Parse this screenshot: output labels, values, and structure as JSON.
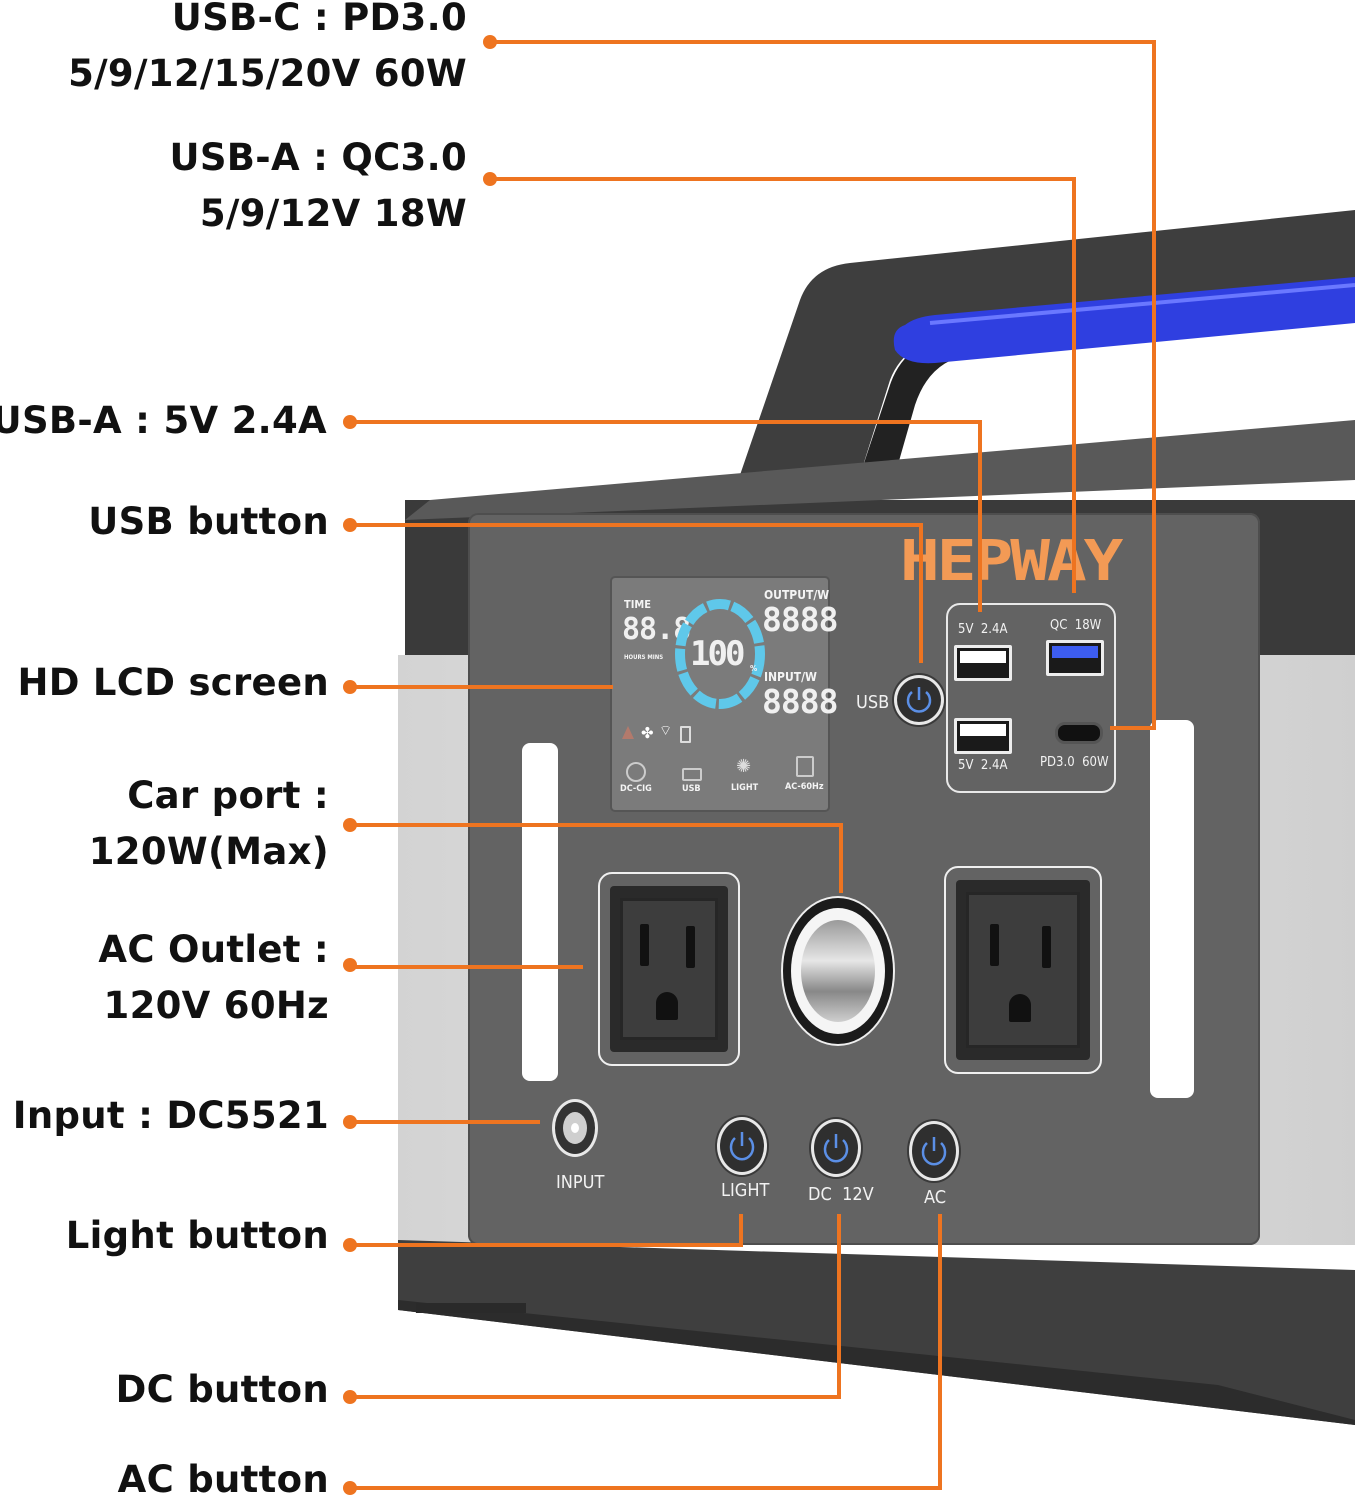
{
  "brand": {
    "logo_text": "HEPWAY",
    "color": "#f39a55"
  },
  "accent_color": "#ee7420",
  "callouts": [
    {
      "id": "usb-c",
      "line1": "USB-C : PD3.0",
      "line2": "5/9/12/15/20V 60W"
    },
    {
      "id": "usb-a-qc",
      "line1": "USB-A : QC3.0",
      "line2": "5/9/12V 18W"
    },
    {
      "id": "usb-a-5v",
      "line1": "USB-A : 5V 2.4A"
    },
    {
      "id": "usb-button",
      "line1": "USB button"
    },
    {
      "id": "lcd",
      "line1": "HD LCD screen"
    },
    {
      "id": "car-port",
      "line1": "Car port :",
      "line2": "120W(Max)"
    },
    {
      "id": "ac-outlet",
      "line1": "AC Outlet :",
      "line2": "120V 60Hz"
    },
    {
      "id": "input",
      "line1": "Input : DC5521"
    },
    {
      "id": "light-button",
      "line1": "Light button"
    },
    {
      "id": "dc-button",
      "line1": "DC button"
    },
    {
      "id": "ac-button",
      "line1": "AC button"
    }
  ],
  "lcd": {
    "time_label": "TIME",
    "time_value": "88.8",
    "time_units": "HOURS MINS",
    "battery_value": "100",
    "battery_unit": "%",
    "output_label": "OUTPUT/W",
    "output_value": "8888",
    "input_label": "INPUT/W",
    "input_value": "8888",
    "status_icons": [
      "warning-icon",
      "fan-icon",
      "wifi-icon",
      "battery-cell-icon"
    ],
    "bottom_icons": [
      {
        "icon": "dc-cig-icon",
        "label": "DC-CIG"
      },
      {
        "icon": "usb-icon",
        "label": "USB"
      },
      {
        "icon": "light-bulb-icon",
        "label": "LIGHT"
      },
      {
        "icon": "ac-socket-icon",
        "label": "AC-60Hz"
      }
    ],
    "ring_color": "#5fc8ea"
  },
  "panel": {
    "usb_button_label": "USB",
    "usb_ports": {
      "top_left": "5V  2.4A",
      "top_right": "QC  18W",
      "bottom_left": "5V  2.4A",
      "bottom_right": "PD3.0  60W"
    },
    "input_label": "INPUT",
    "light_label": "LIGHT",
    "dc_label": "DC  12V",
    "ac_label": "AC"
  },
  "handle_grip_color": "#2f3fe0"
}
